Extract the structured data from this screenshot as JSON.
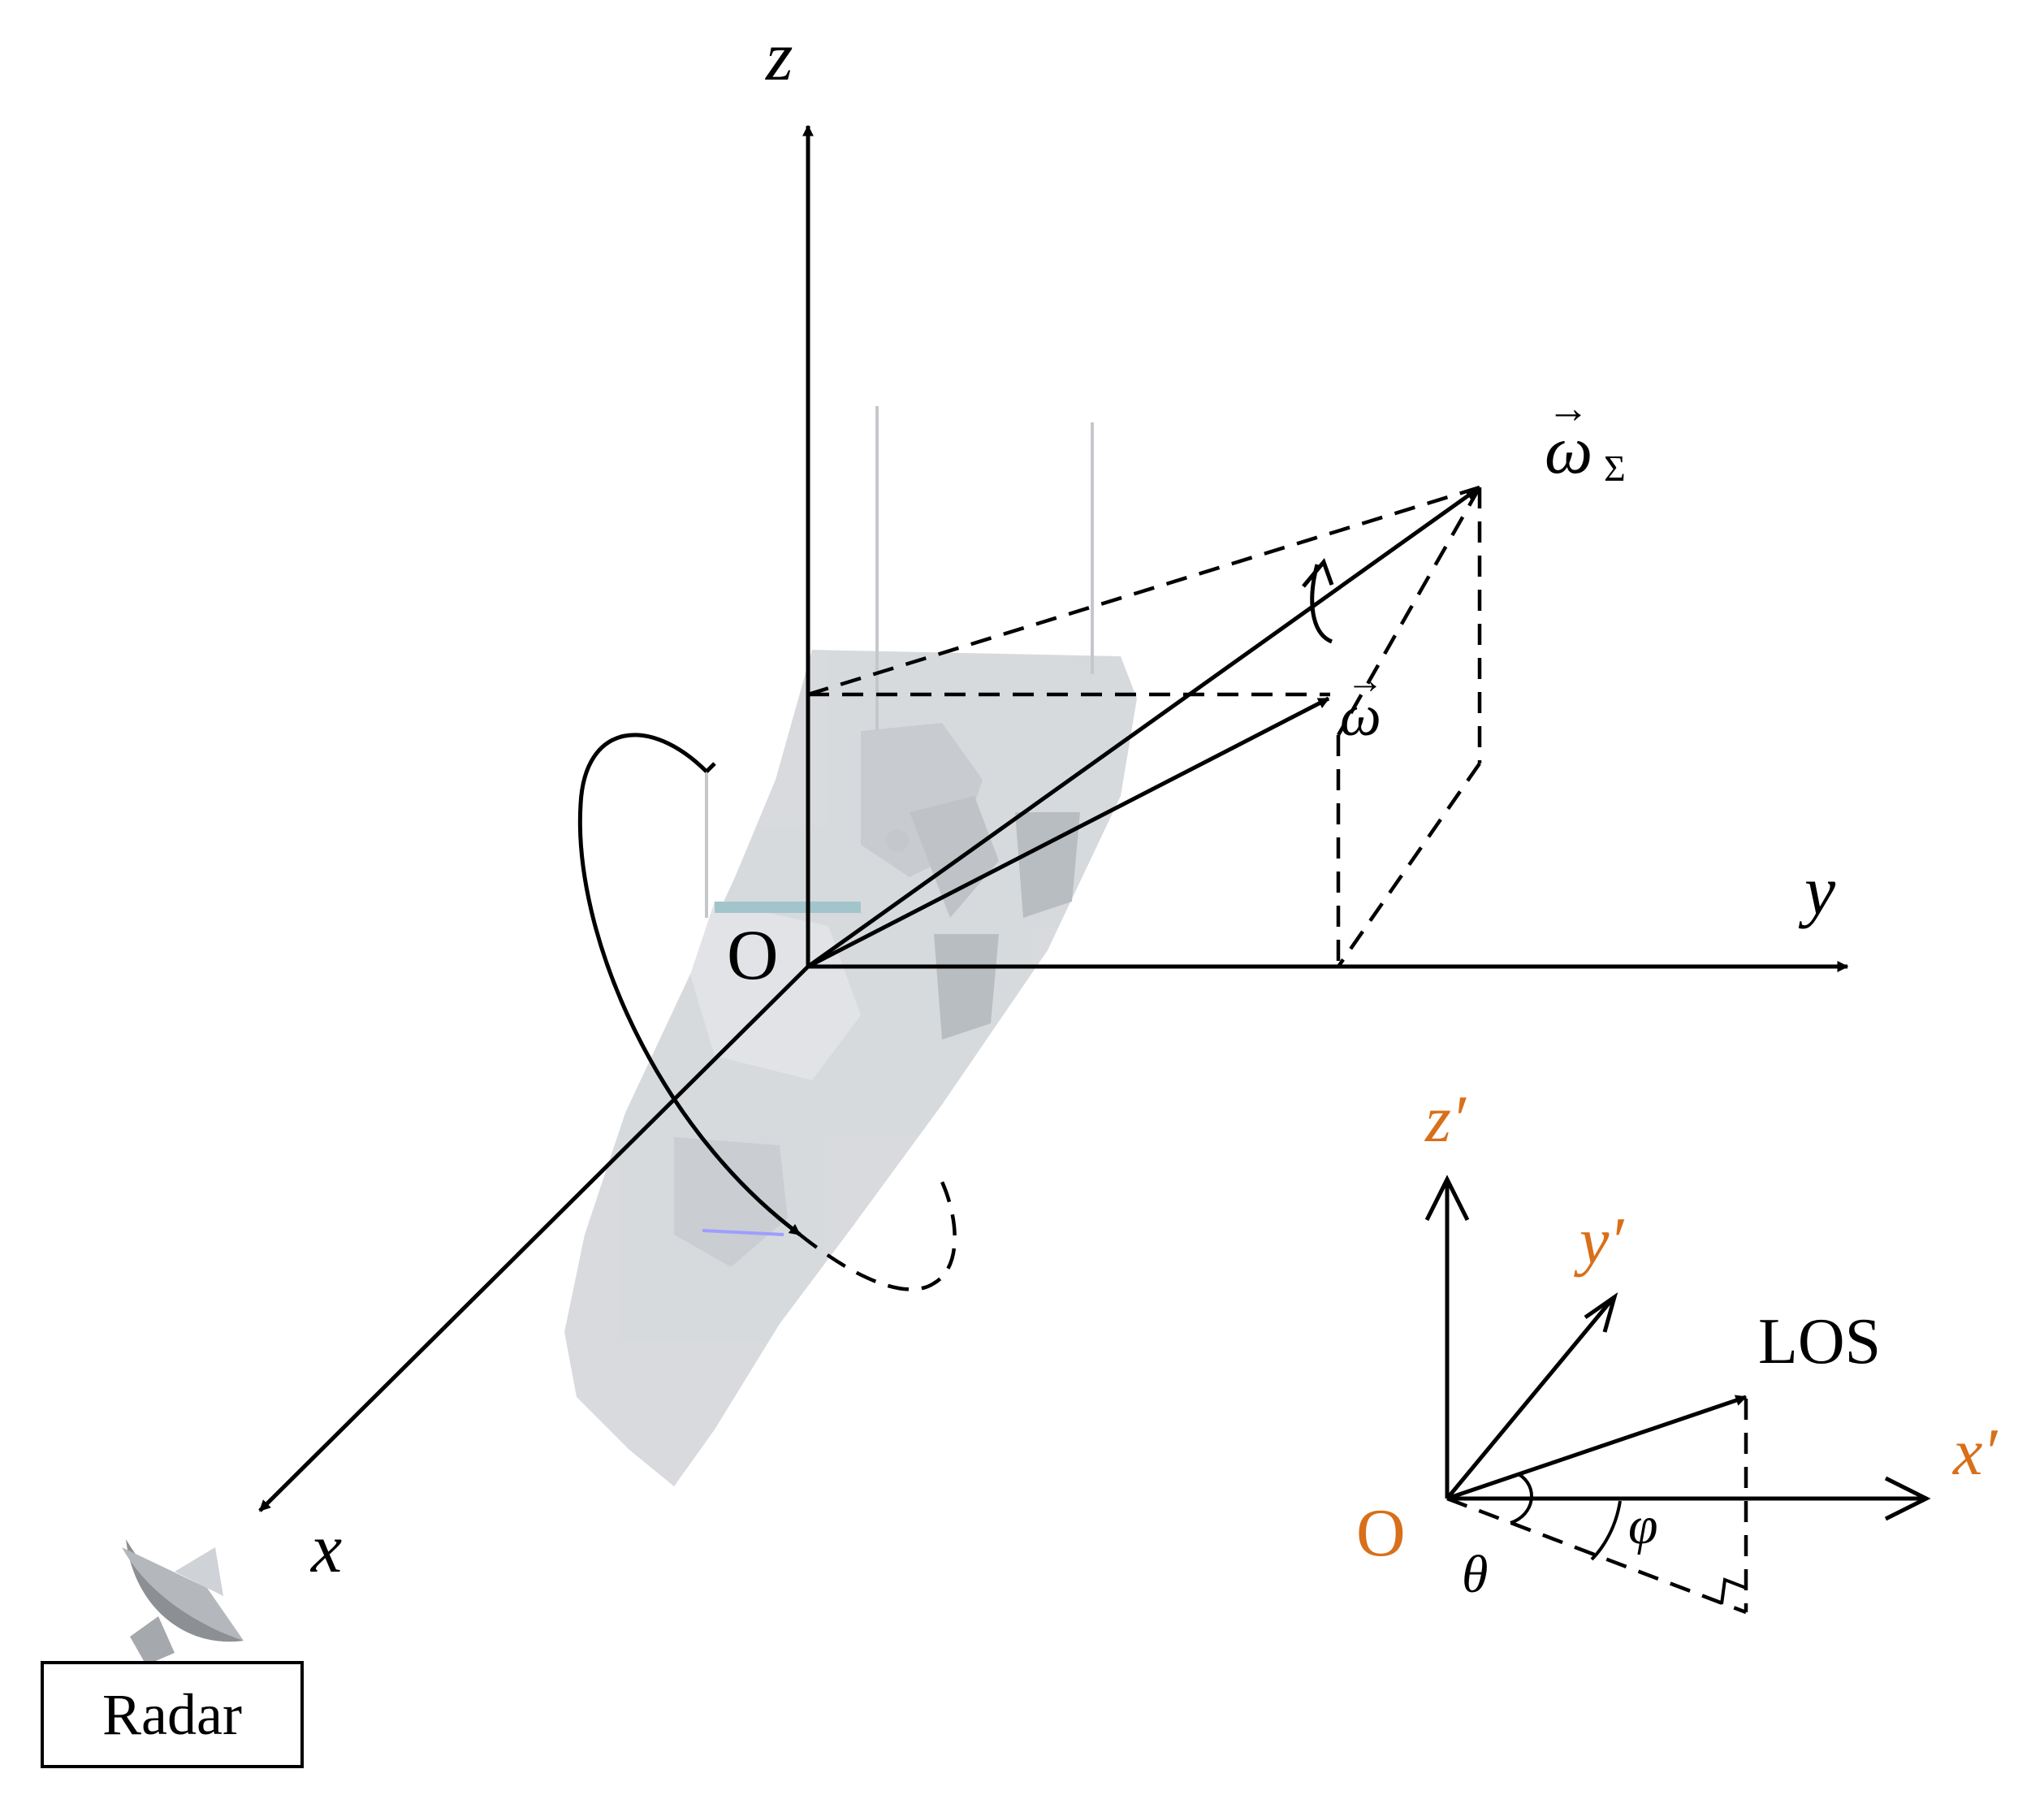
{
  "diagram": {
    "main_axes": {
      "z": "z",
      "y": "y",
      "x": "x",
      "origin": "O"
    },
    "vectors": {
      "omega": "ω",
      "omega_sum": "ω",
      "omega_sum_subscript": "Σ"
    },
    "radar_label": "Radar",
    "inset": {
      "z_prime": "z′",
      "y_prime": "y′",
      "x_prime": "x′",
      "origin": "O",
      "los": "LOS",
      "theta": "θ",
      "phi": "φ"
    },
    "colors": {
      "primary_axis_labels": "#d86f1a",
      "lines": "#000000",
      "ship_hull": "#c9ccd1"
    }
  }
}
